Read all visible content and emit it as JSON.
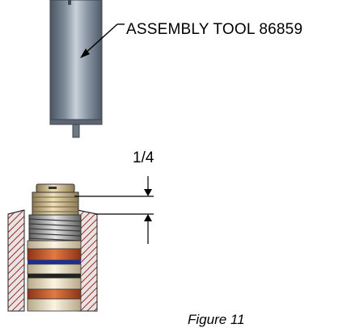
{
  "tool_label": "ASSEMBLY TOOL 86859",
  "dimension_label": "1/4",
  "figure_caption": "Figure 11",
  "colors": {
    "tool_dark": "#4e5a67",
    "tool_light": "#c9d1da",
    "brass": "#c9a766",
    "seal_orange": "#c2542b",
    "seal_blue": "#1f2f8c",
    "housing_hatch": "#9a2a22",
    "cartridge_cream": "#efe3c9"
  }
}
